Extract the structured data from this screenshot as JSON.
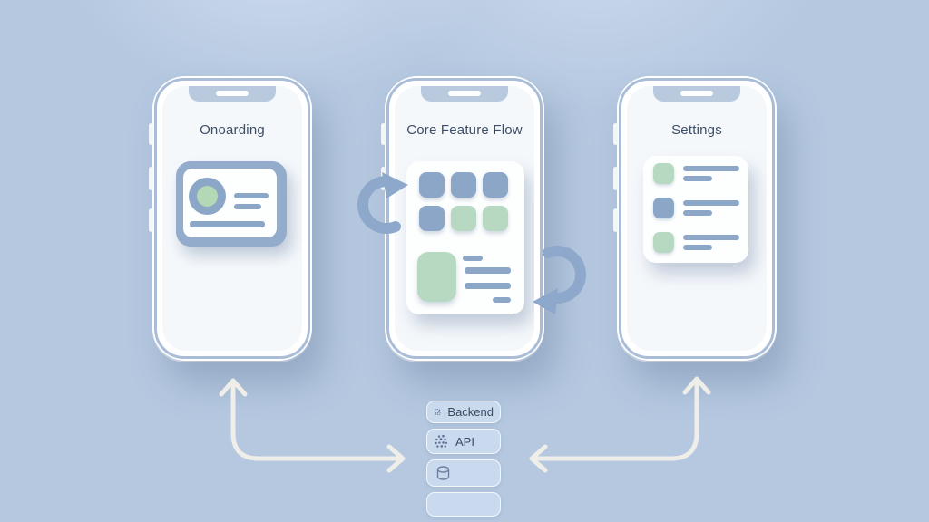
{
  "diagram": {
    "phones": [
      {
        "title": "Onoarding"
      },
      {
        "title": "Core Feature Flow"
      },
      {
        "title": "Settings"
      }
    ],
    "backend_stack": {
      "items": [
        {
          "label": "Backend",
          "icon": "cluster-icon"
        },
        {
          "label": "API",
          "icon": "dot-cluster-icon"
        },
        {
          "label": "",
          "icon": "database-icon"
        },
        {
          "label": "",
          "icon": ""
        }
      ]
    },
    "colors": {
      "background": "#b5c8e0",
      "phone_frame": "#a9bdd7",
      "screen": "#f5f8fb",
      "title_text": "#3d4e67",
      "accent_blue": "#8ca6c8",
      "accent_green": "#b7d9c1",
      "stack_box": "#cdddf0",
      "stack_text": "#3a4a63",
      "flow_arrow": "#f3f1ea",
      "swoosh_arrow": "#8ea8cb"
    }
  }
}
